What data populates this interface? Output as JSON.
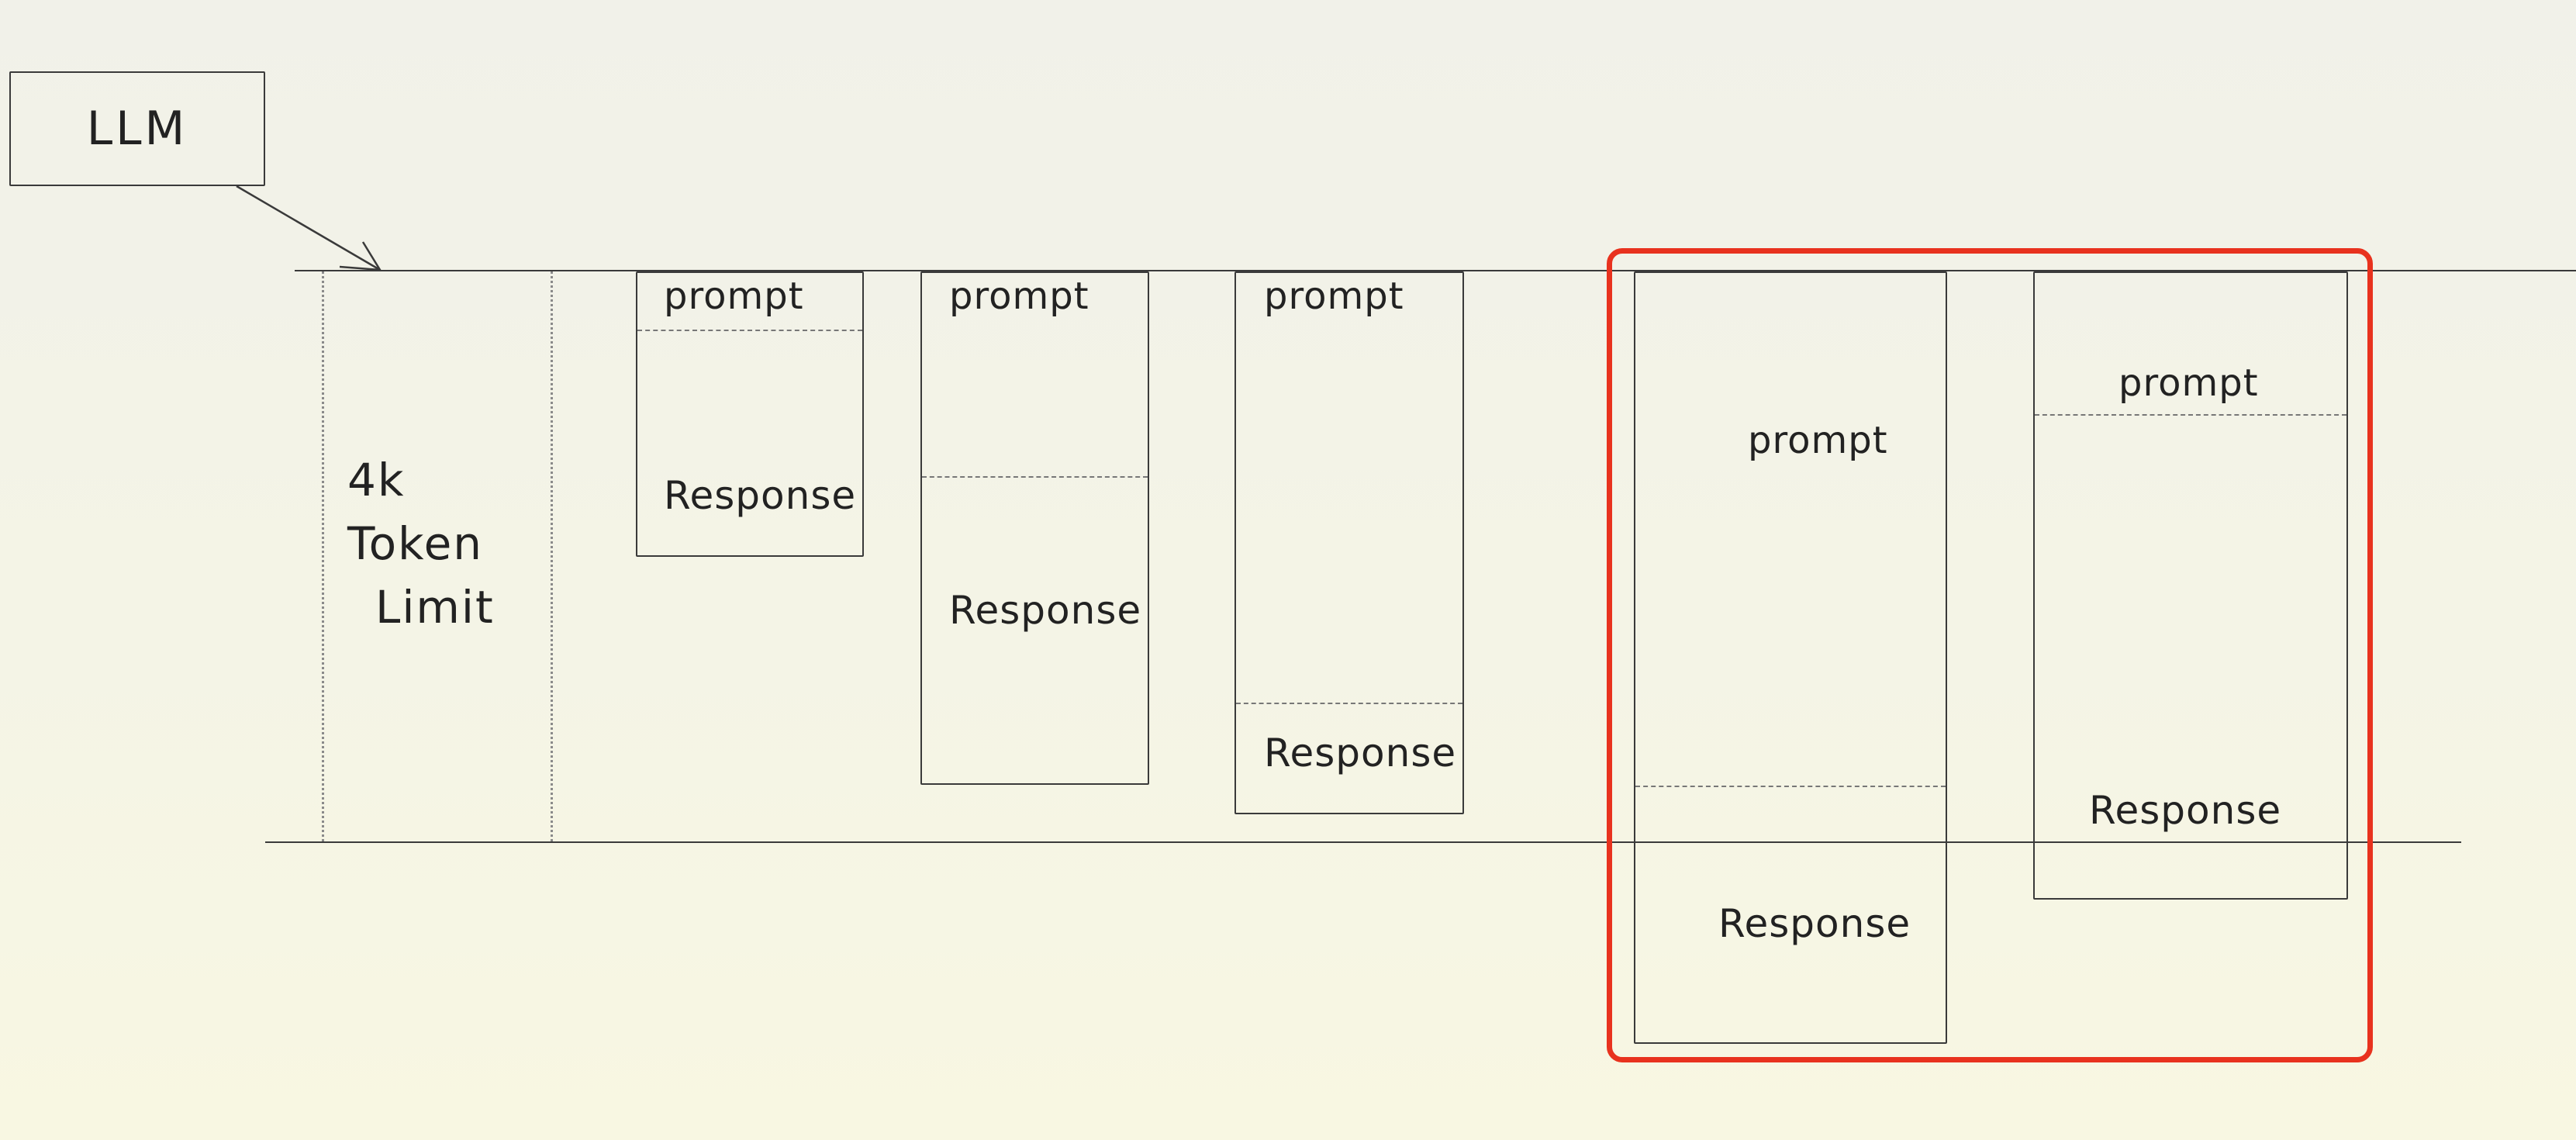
{
  "llm": {
    "label": "LLM"
  },
  "limit": {
    "line1": "4k",
    "line2": "Token",
    "line3": "Limit"
  },
  "blocks": [
    {
      "prompt": "prompt",
      "response": "Response"
    },
    {
      "prompt": "prompt",
      "response": "Response"
    },
    {
      "prompt": "prompt",
      "response": "Response"
    },
    {
      "prompt": "prompt",
      "response": "Response"
    },
    {
      "prompt": "prompt",
      "response": "Response"
    }
  ],
  "colors": {
    "ink": "#3a3a3a",
    "highlight": "#e8321e",
    "background": "#f3f3e6"
  }
}
